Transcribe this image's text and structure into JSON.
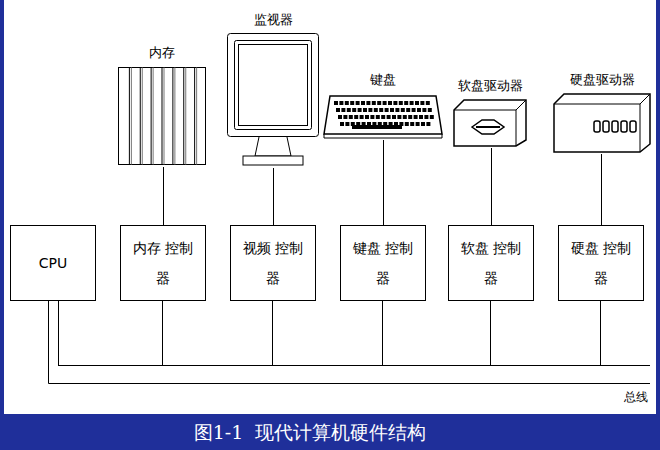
{
  "diagram": {
    "caption": "图1-1  现代计算机硬件结构",
    "nodes": [
      {
        "text": [
          "内存"
        ]
      },
      {
        "text": [
          "监视器"
        ]
      },
      {
        "text": [
          "键盘"
        ]
      },
      {
        "text": [
          "软盘驱动器"
        ]
      },
      {
        "text": [
          "硬盘驱动器"
        ]
      },
      {
        "text": [
          "CPU"
        ]
      },
      {
        "text": [
          "内存 控制器"
        ]
      },
      {
        "text": [
          "视频 控制器"
        ]
      },
      {
        "text": [
          "键盘 控制器"
        ]
      },
      {
        "text": [
          "软盘 控制器"
        ]
      },
      {
        "text": [
          "硬盘 控制器"
        ]
      }
    ],
    "edges": [
      {
        "from": 0,
        "to": 6,
        "arrow": "none"
      },
      {
        "from": 1,
        "to": 7,
        "arrow": "none"
      },
      {
        "from": 2,
        "to": 8,
        "arrow": "none"
      },
      {
        "from": 3,
        "to": 9,
        "arrow": "none"
      },
      {
        "from": 4,
        "to": 10,
        "arrow": "none"
      },
      {
        "from": 5,
        "to": 6,
        "arrow": "none"
      },
      {
        "from": 5,
        "to": 7,
        "arrow": "none"
      },
      {
        "from": 5,
        "to": 8,
        "arrow": "none"
      },
      {
        "from": 5,
        "to": 9,
        "arrow": "none"
      },
      {
        "from": 5,
        "to": 10,
        "arrow": "none"
      }
    ],
    "labels": [
      "总线"
    ]
  }
}
